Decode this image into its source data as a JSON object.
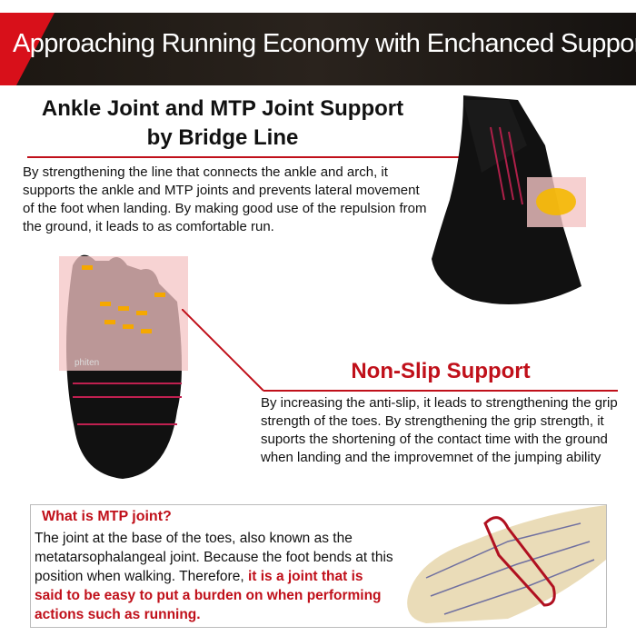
{
  "banner": {
    "title": "Approaching Running Economy with Enchanced Support"
  },
  "section1": {
    "heading_line1": "Ankle Joint and MTP Joint Support",
    "heading_line2": "by Bridge Line",
    "text": "By strengthening the line that connects the ankle and arch, it supports the ankle and MTP joints and prevents lateral movement of the foot when landing. By making good use of the repulsion from the ground, it leads to as comfortable run."
  },
  "section2": {
    "heading": "Non-Slip Support",
    "text": "By increasing the anti-slip, it leads to strengthening the grip strength of the toes. By strengthening the grip strength, it suports the shortening of the contact time with the ground when landing and the improvemnet of the jumping ability"
  },
  "mtp": {
    "title": "What is MTP joint?",
    "text": "The joint at the base of the toes, also known as the metatarsophalangeal joint. Because the foot bends at this position when walking. Therefore, ",
    "highlight": "it is a joint that is said to be easy to put a burden on when performing actions such as running."
  },
  "logo": "phiten",
  "colors": {
    "accent": "#c0101a",
    "banner": "#1c1712"
  }
}
